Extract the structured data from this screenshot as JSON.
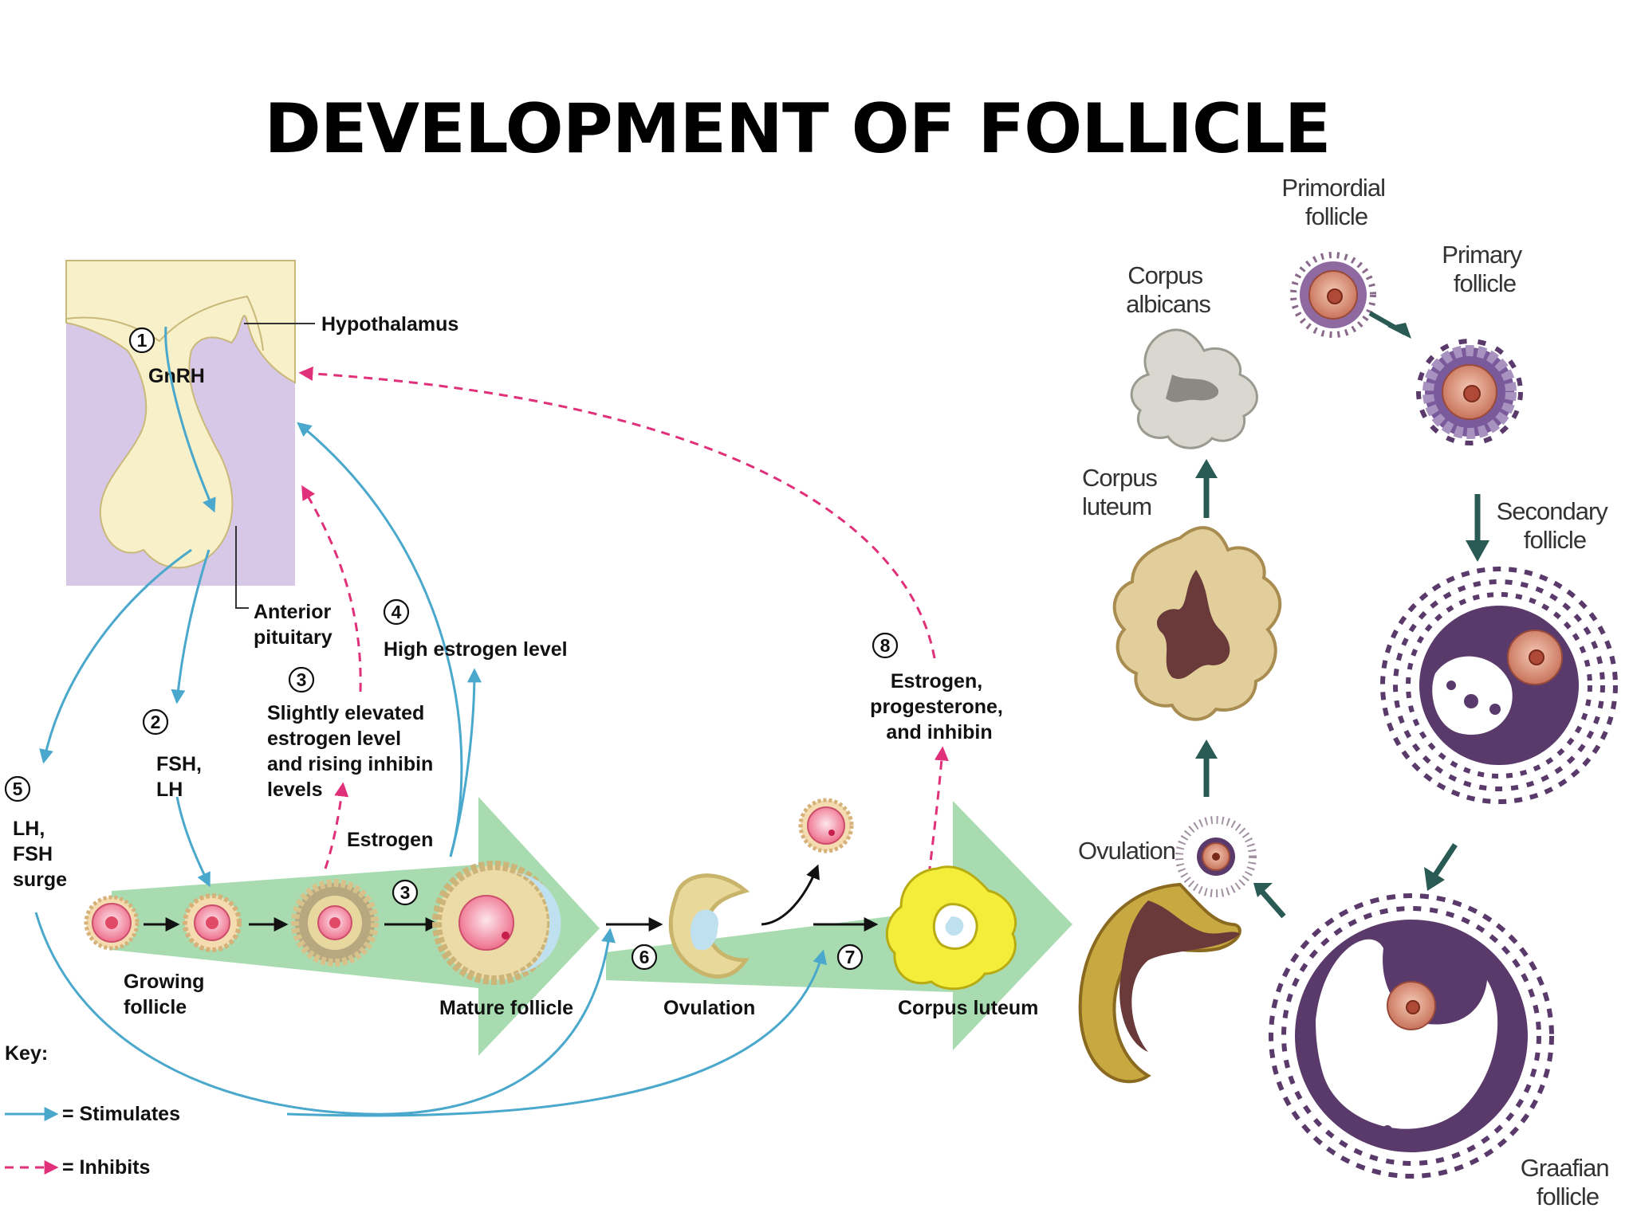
{
  "title": "DEVELOPMENT OF  FOLLICLE",
  "colors": {
    "stimulates": "#4aa8cc",
    "inhibits": "#e0307a",
    "brain_box": "#d8c8e8",
    "brain_tissue": "#f8f0c8",
    "green_flow": "#a8dcb0",
    "corpus_luteum_yellow": "#f4ee3a",
    "follicle_purple": "#5a3a6a",
    "growth_arrow": "#2a5a54"
  },
  "left_diagram": {
    "hypothalamus_label": "Hypothalamus",
    "gnrh_label": "GnRH",
    "anterior_pituitary_label": "Anterior\npituitary",
    "steps": [
      {
        "number": "1"
      },
      {
        "number": "2",
        "text": "FSH,\nLH"
      },
      {
        "number": "3",
        "text": "Slightly elevated\nestrogen level\nand rising inhibin\nlevels"
      },
      {
        "number": "4",
        "text": "High estrogen level"
      },
      {
        "number": "5",
        "text": "LH,\nFSH\nsurge"
      },
      {
        "number": "6"
      },
      {
        "number": "7"
      },
      {
        "number": "8",
        "text": "Estrogen,\nprogesterone,\nand inhibin"
      }
    ],
    "estrogen_label": "Estrogen",
    "stage_labels": {
      "growing_follicle": "Growing\nfollicle",
      "mature_follicle": "Mature follicle",
      "ovulation": "Ovulation",
      "corpus_luteum": "Corpus luteum"
    },
    "key": {
      "title": "Key:",
      "stimulates": "= Stimulates",
      "inhibits": "= Inhibits"
    }
  },
  "right_diagram": {
    "labels": {
      "primordial_follicle": "Primordial\nfollicle",
      "primary_follicle": "Primary\nfollicle",
      "secondary_follicle": "Secondary\nfollicle",
      "graafian_follicle": "Graafian\nfollicle",
      "ovulation": "Ovulation",
      "corpus_luteum": "Corpus\nluteum",
      "corpus_albicans": "Corpus\nalbicans"
    }
  }
}
